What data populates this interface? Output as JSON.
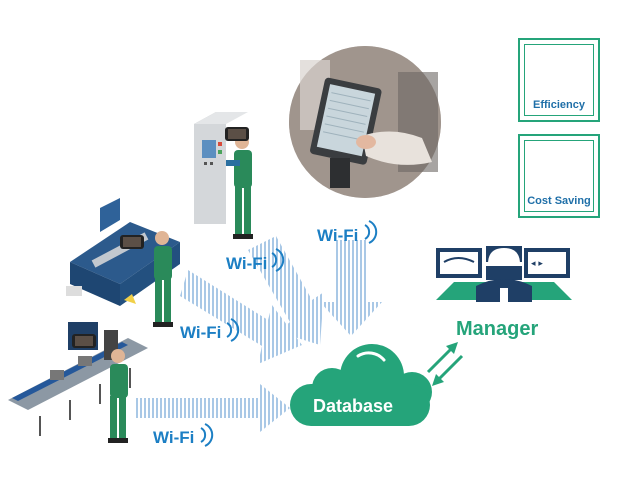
{
  "wifi_labels": [
    "Wi-Fi",
    "Wi-Fi",
    "Wi-Fi",
    "Wi-Fi"
  ],
  "kpis": [
    {
      "label": "Efficiency",
      "icon": "growth-chart-icon"
    },
    {
      "label": "Cost Saving",
      "icon": "coin-stack-icon"
    }
  ],
  "manager": {
    "label": "Manager"
  },
  "database": {
    "label": "Database"
  },
  "colors": {
    "green": "#25a47a",
    "blue": "#1c7fc4",
    "navy": "#1f3f66"
  }
}
